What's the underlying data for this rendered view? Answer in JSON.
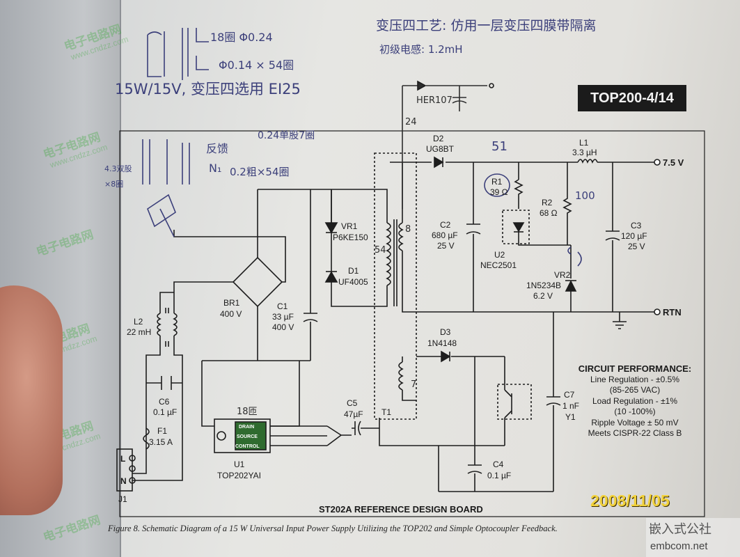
{
  "title_badge": "TOP200-4/14",
  "board_name": "ST202A REFERENCE DESIGN BOARD",
  "figure_caption": "Figure 8. Schematic Diagram of a 15 W Universal Input Power Supply Utilizing the TOP202 and Simple Optocoupler Feedback.",
  "date_stamp": "2008/11/05",
  "site_logo": {
    "cn": "嵌入式公社",
    "url": "embcom.net"
  },
  "watermark": {
    "cn": "电子电路网",
    "url": "www.cndzz.com"
  },
  "outputs": {
    "v_out": "7.5 V",
    "rtn": "RTN"
  },
  "components": {
    "d2": {
      "ref": "D2",
      "part": "UG8BT"
    },
    "l1": {
      "ref": "L1",
      "value": "3.3 µH"
    },
    "r1": {
      "ref": "R1",
      "value": "39 Ω"
    },
    "r2": {
      "ref": "R2",
      "value": "68 Ω"
    },
    "c2": {
      "ref": "C2",
      "value": "680 µF",
      "voltage": "25 V"
    },
    "c3": {
      "ref": "C3",
      "value": "120 µF",
      "voltage": "25 V"
    },
    "u2": {
      "ref": "U2",
      "part": "NEC2501"
    },
    "vr2": {
      "ref": "VR2",
      "part": "1N5234B",
      "voltage": "6.2 V"
    },
    "vr1": {
      "ref": "VR1",
      "part": "P6KE150"
    },
    "d1": {
      "ref": "D1",
      "part": "UF4005"
    },
    "br1": {
      "ref": "BR1",
      "value": "400 V"
    },
    "c1": {
      "ref": "C1",
      "value": "33 µF",
      "voltage": "400 V"
    },
    "l2": {
      "ref": "L2",
      "value": "22 mH"
    },
    "c6": {
      "ref": "C6",
      "value": "0.1 µF"
    },
    "f1": {
      "ref": "F1",
      "value": "3.15 A"
    },
    "d3": {
      "ref": "D3",
      "part": "1N4148"
    },
    "c5": {
      "ref": "C5",
      "value": "47µF"
    },
    "t1": {
      "ref": "T1"
    },
    "c4": {
      "ref": "C4",
      "value": "0.1 µF"
    },
    "c7": {
      "ref": "C7",
      "value": "1 nF",
      "class": "Y1"
    },
    "u1": {
      "ref": "U1",
      "part": "TOP202YAI",
      "pins": [
        "DRAIN",
        "SOURCE",
        "CONTROL"
      ]
    },
    "j1": {
      "ref": "J1",
      "pins": [
        "L",
        "N"
      ]
    }
  },
  "circuit_performance": {
    "heading": "CIRCUIT PERFORMANCE:",
    "lines": [
      "Line Regulation - ±0.5%",
      "(85-265 VAC)",
      "Load Regulation - ±1%",
      "(10 -100%)",
      "Ripple Voltage ± 50 mV",
      "Meets CISPR-22 Class B"
    ]
  },
  "handwritten": {
    "top_right_1": "变压四工艺: 仿用一层变压四膜带隔离",
    "top_right_2": "初级电感: 1.2mH",
    "spec": "15W/15V, 变压四选用 EI25",
    "turns_top": "18圈 Φ0.24",
    "turns_bottom": "Φ0.14 × 54圈",
    "feedback": "反馈",
    "feedback_note": "0.24单股7圈",
    "n1_label": "N₁",
    "n1_note": "0.2粗×54圈",
    "side_note": "4.3双股",
    "side_note2": "×8圈",
    "her_diode": "HER107",
    "n24": "24",
    "n8": "8",
    "n54": "54",
    "n7": "7",
    "n18": "18匝",
    "n51": "51",
    "n100": "100"
  }
}
